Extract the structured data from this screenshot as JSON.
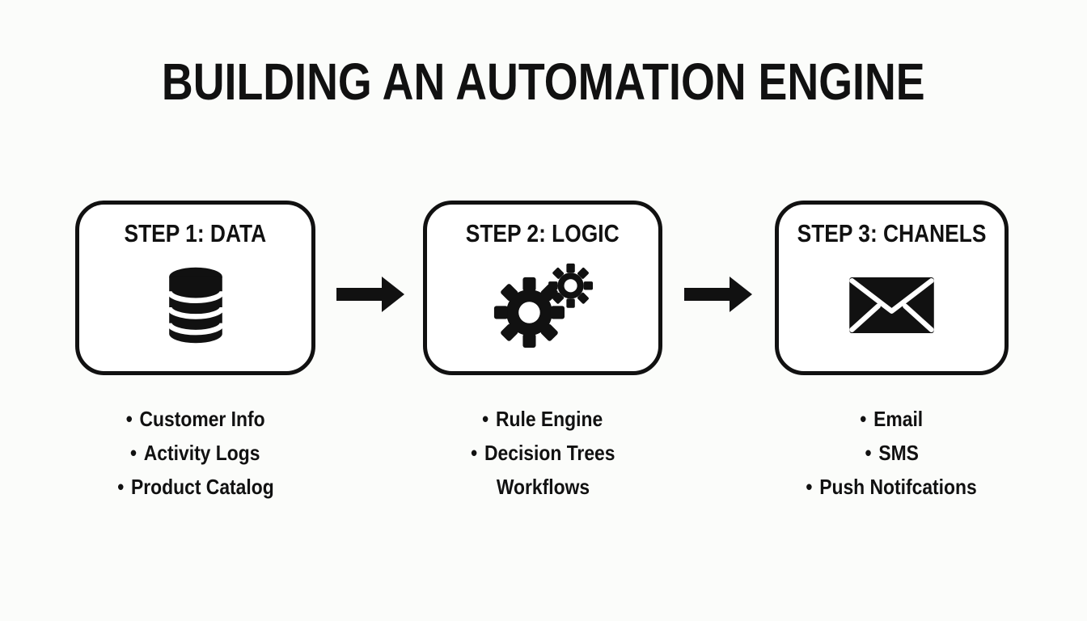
{
  "title": "BUILDING AN AUTOMATION ENGINE",
  "colors": {
    "ink": "#111111",
    "background": "#fbfcfa",
    "box_fill": "#ffffff"
  },
  "icons": [
    "database-icon",
    "gears-icon",
    "envelope-icon",
    "arrow-right-icon"
  ],
  "steps": [
    {
      "label": "STEP 1: DATA",
      "icon": "database-icon",
      "items": [
        {
          "bullet": "•",
          "text": "Customer Info"
        },
        {
          "bullet": "•",
          "text": "Activity Logs"
        },
        {
          "bullet": "•",
          "text": "Product Catalog"
        }
      ]
    },
    {
      "label": "STEP 2: LOGIC",
      "icon": "gears-icon",
      "items": [
        {
          "bullet": "•",
          "text": "Rule Engine"
        },
        {
          "bullet": "•",
          "text": "Decision Trees"
        },
        {
          "bullet": "",
          "text": "Workflows"
        }
      ]
    },
    {
      "label": "STEP 3: CHANELS",
      "icon": "envelope-icon",
      "items": [
        {
          "bullet": "•",
          "text": "Email"
        },
        {
          "bullet": "•",
          "text": "SMS"
        },
        {
          "bullet": "•",
          "text": "Push Notifcations"
        }
      ]
    }
  ]
}
